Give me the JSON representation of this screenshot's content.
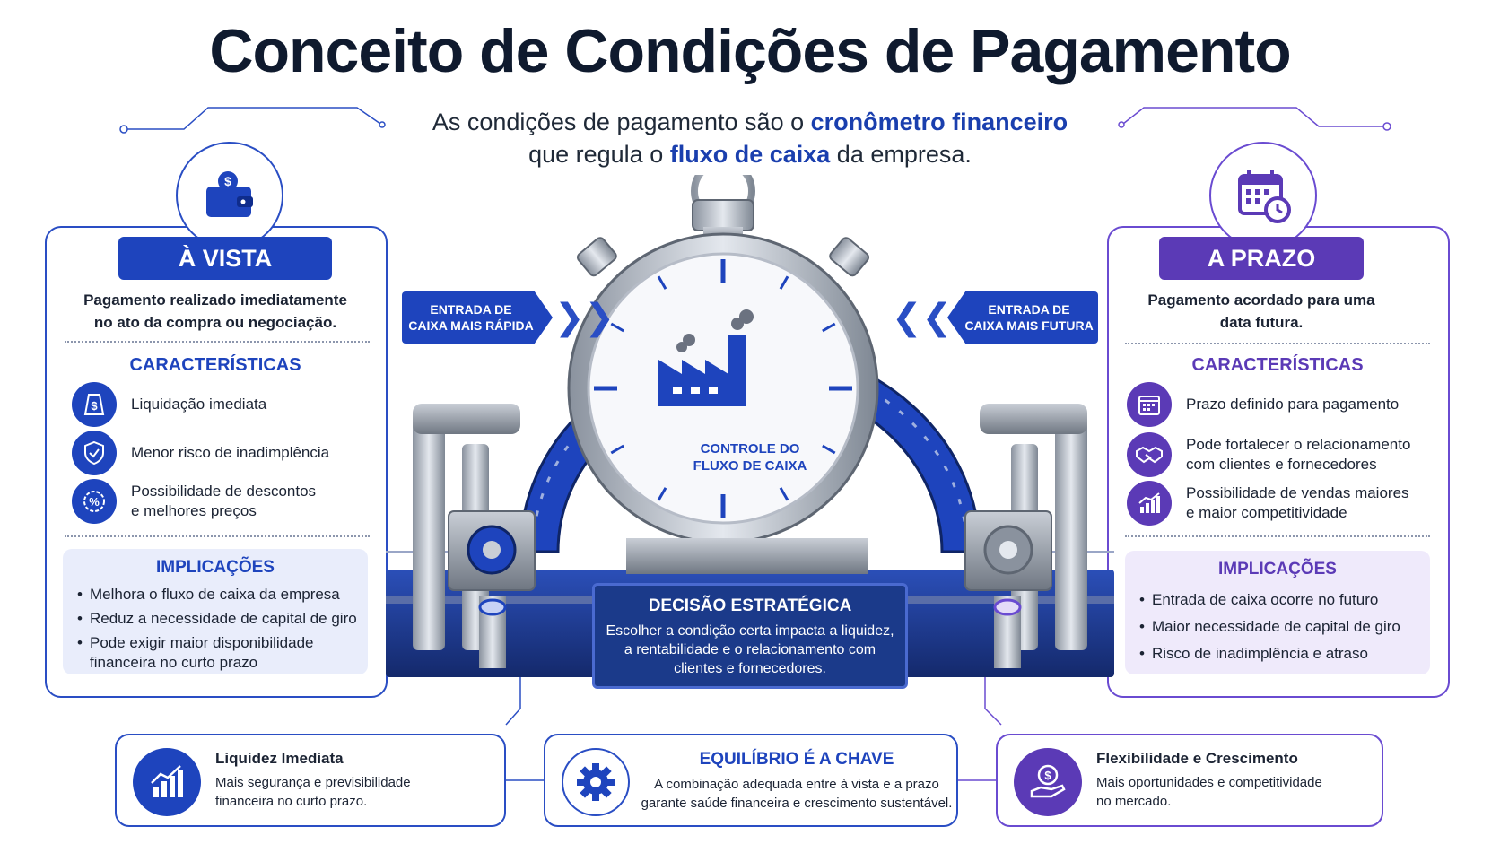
{
  "title": "Conceito de Condições de Pagamento",
  "subtitle": {
    "line1_pre": "As condições de pagamento são o ",
    "line1_hl": "cronômetro financeiro",
    "line2_pre": "que regula o ",
    "line2_hl": "fluxo de caixa",
    "line2_post": " da empresa."
  },
  "left_panel": {
    "icon": "wallet-dollar-icon",
    "badge": "À VISTA",
    "description_l1": "Pagamento realizado imediatamente",
    "description_l2": "no ato da compra ou negociação.",
    "features_heading": "CARACTERÍSTICAS",
    "features": [
      {
        "icon": "tag-dollar-icon",
        "l1": "Liquidação imediata",
        "l2": ""
      },
      {
        "icon": "shield-check-icon",
        "l1": "Menor risco de inadimplência",
        "l2": ""
      },
      {
        "icon": "percent-badge-icon",
        "l1": "Possibilidade de descontos",
        "l2": "e melhores preços"
      }
    ],
    "implications_heading": "IMPLICAÇÕES",
    "implications": [
      "Melhora o fluxo de caixa da empresa",
      "Reduz a necessidade de capital de giro",
      "Pode exigir maior disponibilidade financeira no curto prazo"
    ]
  },
  "right_panel": {
    "icon": "calendar-clock-icon",
    "badge": "A PRAZO",
    "description_l1": "Pagamento acordado para uma",
    "description_l2": "data futura.",
    "features_heading": "CARACTERÍSTICAS",
    "features": [
      {
        "icon": "calendar-icon",
        "l1": "Prazo definido para pagamento",
        "l2": ""
      },
      {
        "icon": "handshake-icon",
        "l1": "Pode fortalecer o relacionamento",
        "l2": "com clientes e fornecedores"
      },
      {
        "icon": "growth-chart-icon",
        "l1": "Possibilidade de vendas maiores",
        "l2": "e maior competitividade"
      }
    ],
    "implications_heading": "IMPLICAÇÕES",
    "implications": [
      "Entrada de caixa ocorre no futuro",
      "Maior necessidade de capital de giro",
      "Risco de inadimplência e atraso"
    ]
  },
  "entry_left": {
    "l1": "ENTRADA DE",
    "l2": "CAIXA MAIS RÁPIDA"
  },
  "entry_right": {
    "l1": "ENTRADA DE",
    "l2": "CAIXA MAIS FUTURA"
  },
  "clock": {
    "label_l1": "CONTROLE DO",
    "label_l2": "FLUXO DE CAIXA",
    "icon": "factory-icon"
  },
  "decision": {
    "heading": "DECISÃO ESTRATÉGICA",
    "l1": "Escolher a condição certa impacta a liquidez,",
    "l2": "a rentabilidade e o relacionamento com",
    "l3": "clientes e fornecedores."
  },
  "bottom_cards": {
    "left": {
      "icon": "bar-chart-up-icon",
      "heading": "Liquidez Imediata",
      "l1": "Mais segurança e previsibilidade",
      "l2": "financeira no curto prazo."
    },
    "center": {
      "icon": "gear-icon",
      "heading": "EQUILÍBRIO É A CHAVE",
      "l1": "A combinação adequada entre à vista e a prazo",
      "l2": "garante saúde financeira e crescimento sustentável."
    },
    "right": {
      "icon": "hand-coin-icon",
      "heading": "Flexibilidade e Crescimento",
      "l1": "Mais oportunidades e competitividade",
      "l2": "no mercado."
    }
  },
  "colors": {
    "blue": "#1e44bd",
    "navy": "#1b3a8a",
    "purple": "#5b3ab6",
    "light_blue_bg": "#e9edfb",
    "light_purple_bg": "#efeafb"
  }
}
